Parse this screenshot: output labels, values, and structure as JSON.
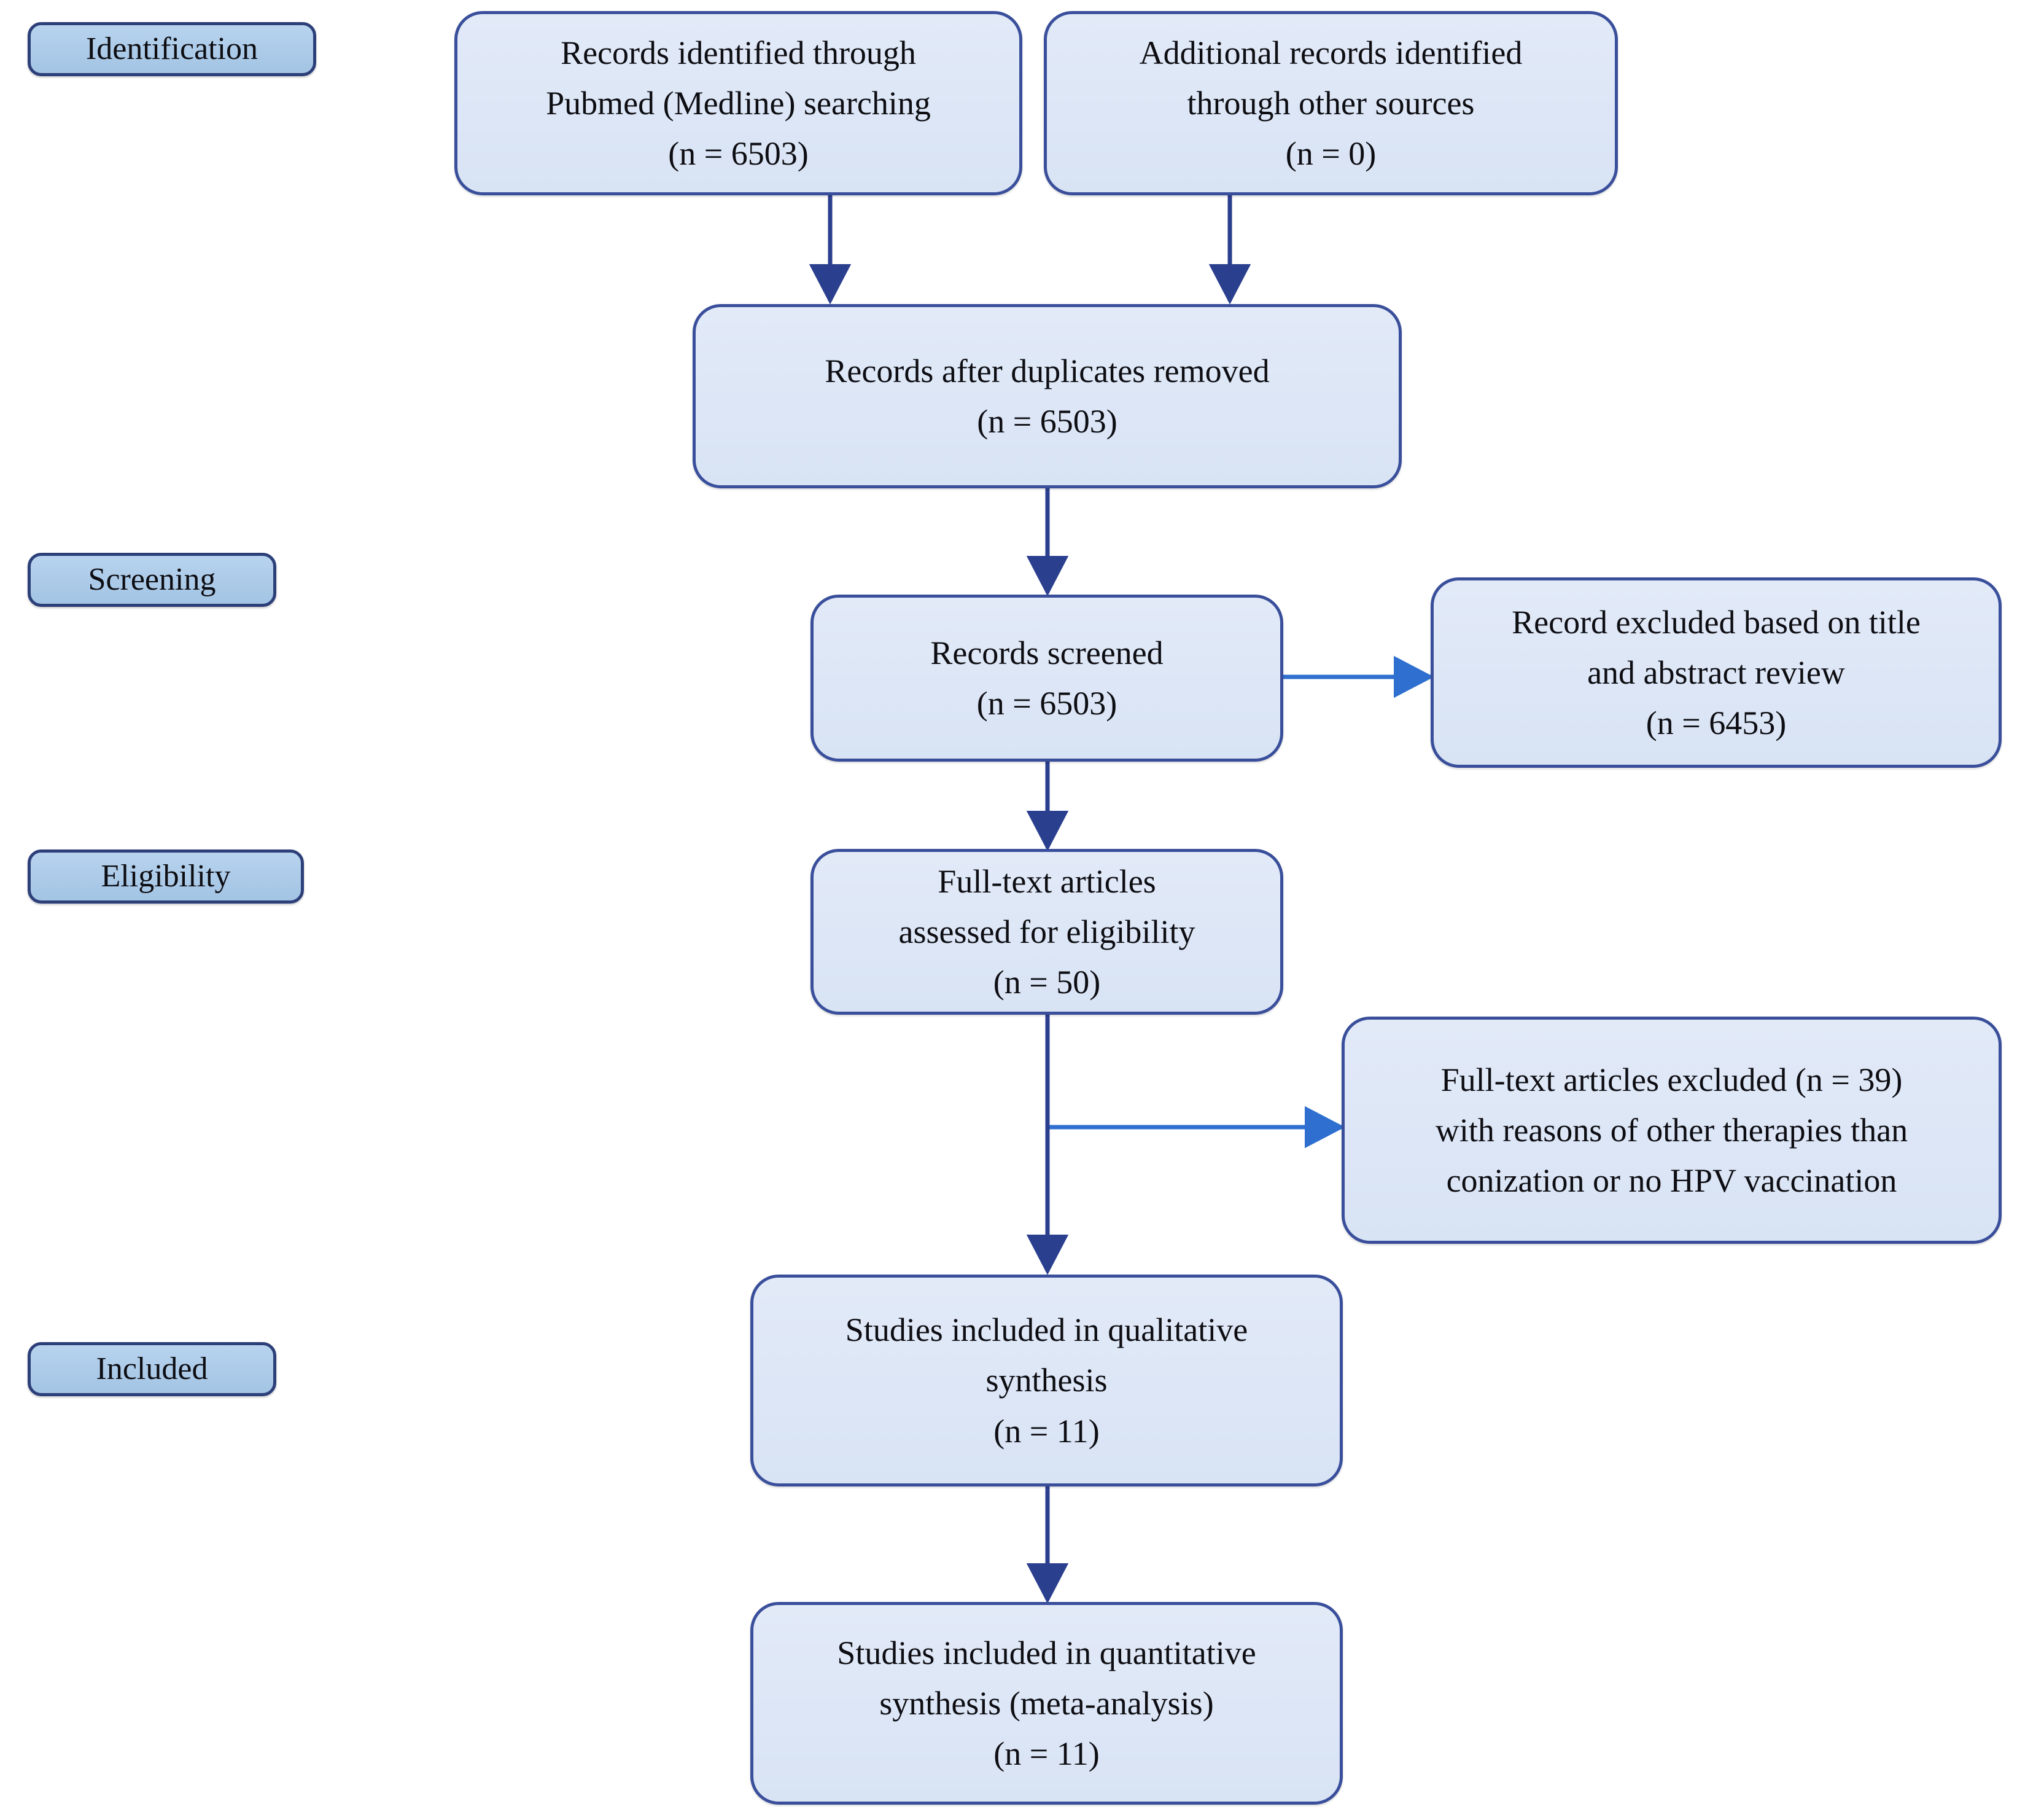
{
  "diagram": {
    "type": "prisma-flow-diagram",
    "title": "PRISMA study selection flow diagram",
    "colors": {
      "box_fill": "#dde6f5",
      "box_border": "#3a4f9b",
      "stage_fill": "#a8c8e8",
      "stage_border": "#2c3f79",
      "arrow_dark": "#2b3f8f",
      "arrow_light": "#2f6fd0",
      "text": "#0d0d12",
      "background": "#ffffff"
    }
  },
  "stages": [
    {
      "id": "identification",
      "label": "Identification"
    },
    {
      "id": "screening",
      "label": "Screening"
    },
    {
      "id": "eligibility",
      "label": "Eligibility"
    },
    {
      "id": "included",
      "label": "Included"
    }
  ],
  "boxes": {
    "records_pubmed": {
      "lines": [
        "Records identified through",
        "Pubmed (Medline) searching",
        "(n = 6503)"
      ],
      "count": 6503
    },
    "records_other": {
      "lines": [
        "Additional records identified",
        "through other sources",
        "(n = 0)"
      ],
      "count": 0
    },
    "after_duplicates": {
      "lines": [
        "Records after duplicates removed",
        "(n = 6503)"
      ],
      "count": 6503
    },
    "records_screened": {
      "lines": [
        "Records screened",
        "(n = 6503)"
      ],
      "count": 6503
    },
    "records_excluded": {
      "lines": [
        "Record excluded based on title",
        "and abstract review",
        "(n = 6453)"
      ],
      "count": 6453
    },
    "fulltext_assessed": {
      "lines": [
        "Full-text articles",
        "assessed for eligibility",
        "(n = 50)"
      ],
      "count": 50
    },
    "fulltext_excluded": {
      "lines": [
        "Full-text articles excluded (n = 39)",
        "with reasons of other therapies than",
        "conization or no HPV vaccination"
      ],
      "count": 39
    },
    "qualitative": {
      "lines": [
        "Studies included in qualitative",
        "synthesis",
        "(n = 11)"
      ],
      "count": 11
    },
    "quantitative": {
      "lines": [
        "Studies included in quantitative",
        "synthesis (meta-analysis)",
        "(n = 11)"
      ],
      "count": 11
    }
  },
  "flows": [
    {
      "id": "pubmed-to-dedup",
      "from": "records_pubmed",
      "to": "after_duplicates",
      "direction": "down"
    },
    {
      "id": "other-to-dedup",
      "from": "records_other",
      "to": "after_duplicates",
      "direction": "down"
    },
    {
      "id": "dedup-to-screened",
      "from": "after_duplicates",
      "to": "records_screened",
      "direction": "down"
    },
    {
      "id": "screened-to-excluded",
      "from": "records_screened",
      "to": "records_excluded",
      "direction": "right"
    },
    {
      "id": "screened-to-fulltext",
      "from": "records_screened",
      "to": "fulltext_assessed",
      "direction": "down"
    },
    {
      "id": "fulltext-to-excluded",
      "from": "fulltext_assessed",
      "to": "fulltext_excluded",
      "direction": "right"
    },
    {
      "id": "fulltext-to-qual",
      "from": "fulltext_assessed",
      "to": "qualitative",
      "direction": "down"
    },
    {
      "id": "qual-to-quant",
      "from": "qualitative",
      "to": "quantitative",
      "direction": "down"
    }
  ]
}
